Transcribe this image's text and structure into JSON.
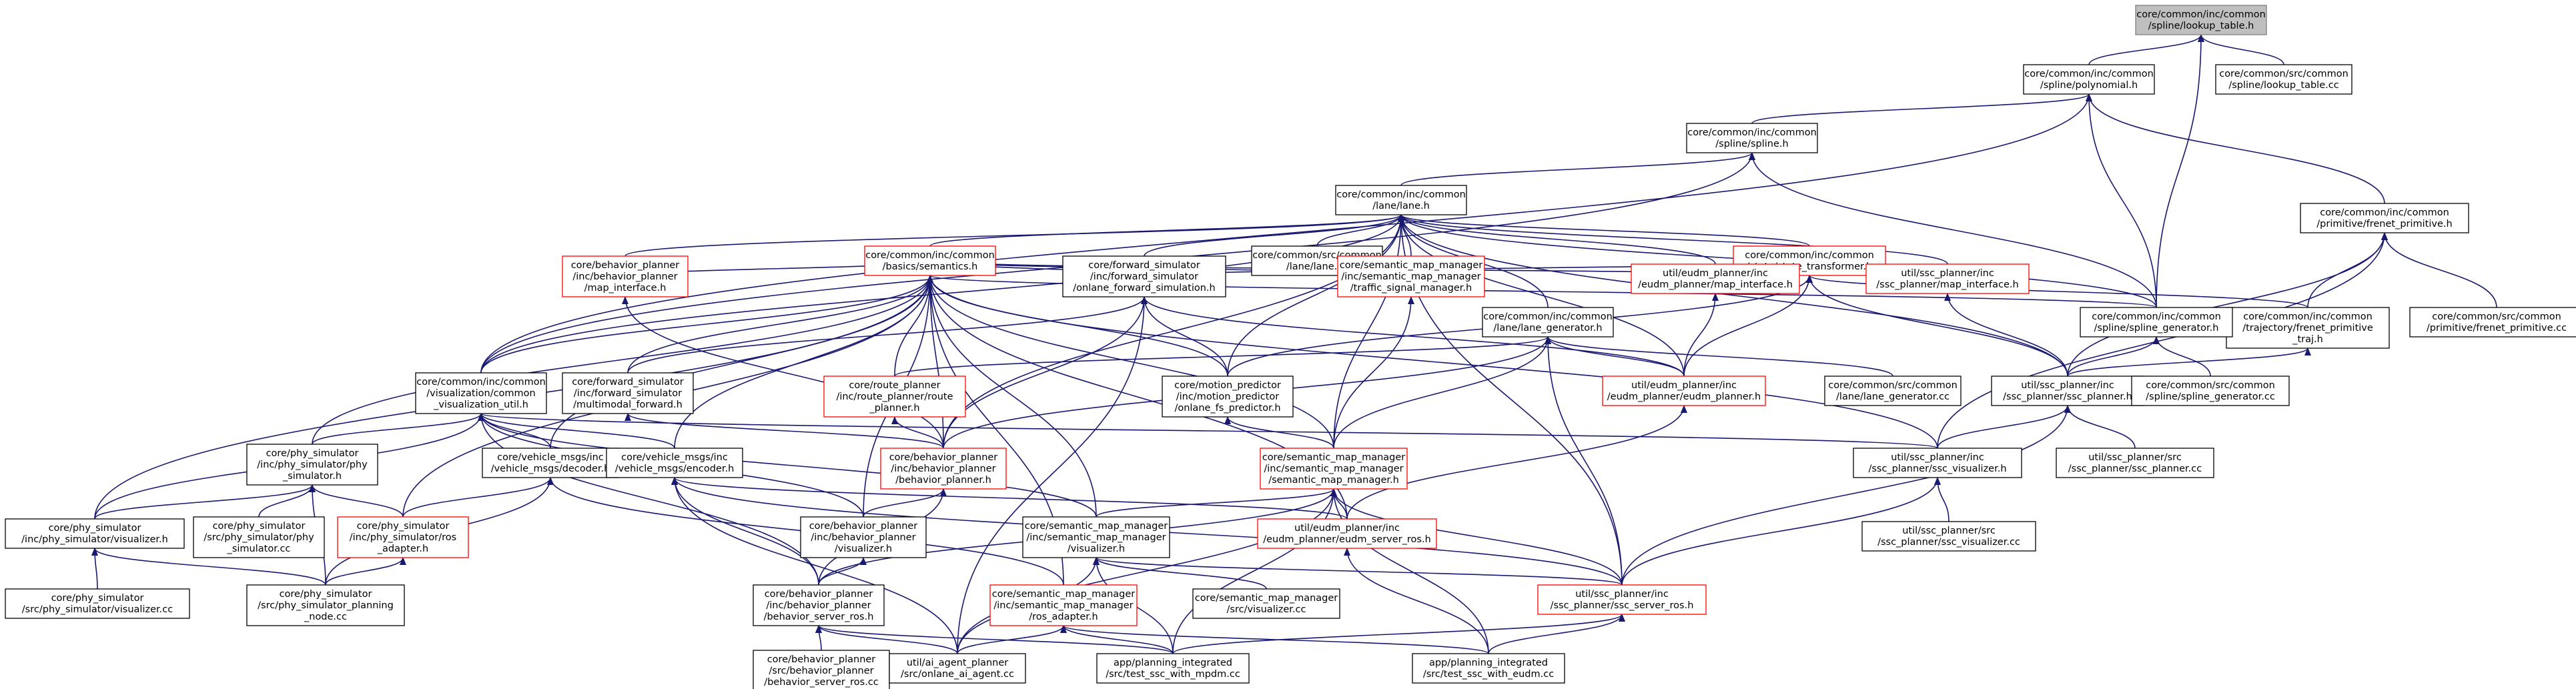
{
  "graph": {
    "nodes": [
      {
        "id": "lookup_h",
        "lines": [
          "core/common/inc/common",
          "/spline/lookup_table.h"
        ],
        "border": "gray",
        "fill": "#bfbfbf"
      },
      {
        "id": "polynomial_h",
        "lines": [
          "core/common/inc/common",
          "/spline/polynomial.h"
        ],
        "border": "black",
        "fill": "#ffffff"
      },
      {
        "id": "lookup_cc",
        "lines": [
          "core/common/src/common",
          "/spline/lookup_table.cc"
        ],
        "border": "black",
        "fill": "#ffffff"
      },
      {
        "id": "spline_h",
        "lines": [
          "core/common/inc/common",
          "/spline/spline.h"
        ],
        "border": "black",
        "fill": "#ffffff"
      },
      {
        "id": "lane_h",
        "lines": [
          "core/common/inc/common",
          "/lane/lane.h"
        ],
        "border": "black",
        "fill": "#ffffff"
      },
      {
        "id": "frenet_prim_h",
        "lines": [
          "core/common/inc/common",
          "/primitive/frenet_primitive.h"
        ],
        "border": "black",
        "fill": "#ffffff"
      },
      {
        "id": "semantics_h",
        "lines": [
          "core/common/inc/common",
          "/basics/semantics.h"
        ],
        "border": "red",
        "fill": "#ffffff"
      },
      {
        "id": "lane_cc",
        "lines": [
          "core/common/src/common",
          "/lane/lane.cc"
        ],
        "border": "black",
        "fill": "#ffffff"
      },
      {
        "id": "state_tf_h",
        "lines": [
          "core/common/inc/common",
          "/state/state_transformer.h"
        ],
        "border": "red",
        "fill": "#ffffff"
      },
      {
        "id": "traj_frenet_h",
        "lines": [
          "core/common/inc/common",
          "/trajectory/frenet_primitive",
          "_traj.h"
        ],
        "border": "black",
        "fill": "#ffffff"
      },
      {
        "id": "frenet_prim_cc",
        "lines": [
          "core/common/src/common",
          "/primitive/frenet_primitive.cc"
        ],
        "border": "black",
        "fill": "#ffffff"
      },
      {
        "id": "bp_map_iface_h",
        "lines": [
          "core/behavior_planner",
          "/inc/behavior_planner",
          "/map_interface.h"
        ],
        "border": "red",
        "fill": "#ffffff"
      },
      {
        "id": "fs_onlane_h",
        "lines": [
          "core/forward_simulator",
          "/inc/forward_simulator",
          "/onlane_forward_simulation.h"
        ],
        "border": "black",
        "fill": "#ffffff"
      },
      {
        "id": "smm_traffic_h",
        "lines": [
          "core/semantic_map_manager",
          "/inc/semantic_map_manager",
          "/traffic_signal_manager.h"
        ],
        "border": "red",
        "fill": "#ffffff"
      },
      {
        "id": "lane_gen_h",
        "lines": [
          "core/common/inc/common",
          "/lane/lane_generator.h"
        ],
        "border": "black",
        "fill": "#ffffff"
      },
      {
        "id": "eudm_map_iface_h",
        "lines": [
          "util/eudm_planner/inc",
          "/eudm_planner/map_interface.h"
        ],
        "border": "red",
        "fill": "#ffffff"
      },
      {
        "id": "ssc_map_iface_h",
        "lines": [
          "util/ssc_planner/inc",
          "/ssc_planner/map_interface.h"
        ],
        "border": "red",
        "fill": "#ffffff"
      },
      {
        "id": "spline_gen_h",
        "lines": [
          "core/common/inc/common",
          "/spline/spline_generator.h"
        ],
        "border": "black",
        "fill": "#ffffff"
      },
      {
        "id": "vis_util_h",
        "lines": [
          "core/common/inc/common",
          "/visualization/common",
          "_visualization_util.h"
        ],
        "border": "black",
        "fill": "#ffffff"
      },
      {
        "id": "fs_multimodal_h",
        "lines": [
          "core/forward_simulator",
          "/inc/forward_simulator",
          "/multimodal_forward.h"
        ],
        "border": "black",
        "fill": "#ffffff"
      },
      {
        "id": "route_planner_h",
        "lines": [
          "core/route_planner",
          "/inc/route_planner/route",
          "_planner.h"
        ],
        "border": "red",
        "fill": "#ffffff"
      },
      {
        "id": "mp_onlane_fs_h",
        "lines": [
          "core/motion_predictor",
          "/inc/motion_predictor",
          "/onlane_fs_predictor.h"
        ],
        "border": "black",
        "fill": "#ffffff"
      },
      {
        "id": "eudm_planner_h",
        "lines": [
          "util/eudm_planner/inc",
          "/eudm_planner/eudm_planner.h"
        ],
        "border": "red",
        "fill": "#ffffff"
      },
      {
        "id": "lane_gen_cc",
        "lines": [
          "core/common/src/common",
          "/lane/lane_generator.cc"
        ],
        "border": "black",
        "fill": "#ffffff"
      },
      {
        "id": "ssc_planner_h",
        "lines": [
          "util/ssc_planner/inc",
          "/ssc_planner/ssc_planner.h"
        ],
        "border": "black",
        "fill": "#ffffff"
      },
      {
        "id": "spline_gen_cc",
        "lines": [
          "core/common/src/common",
          "/spline/spline_generator.cc"
        ],
        "border": "black",
        "fill": "#ffffff"
      },
      {
        "id": "phy_sim_h",
        "lines": [
          "core/phy_simulator",
          "/inc/phy_simulator/phy",
          "_simulator.h"
        ],
        "border": "black",
        "fill": "#ffffff"
      },
      {
        "id": "vm_decoder_h",
        "lines": [
          "core/vehicle_msgs/inc",
          "/vehicle_msgs/decoder.h"
        ],
        "border": "black",
        "fill": "#ffffff"
      },
      {
        "id": "vm_encoder_h",
        "lines": [
          "core/vehicle_msgs/inc",
          "/vehicle_msgs/encoder.h"
        ],
        "border": "black",
        "fill": "#ffffff"
      },
      {
        "id": "bp_planner_h",
        "lines": [
          "core/behavior_planner",
          "/inc/behavior_planner",
          "/behavior_planner.h"
        ],
        "border": "red",
        "fill": "#ffffff"
      },
      {
        "id": "smm_h",
        "lines": [
          "core/semantic_map_manager",
          "/inc/semantic_map_manager",
          "/semantic_map_manager.h"
        ],
        "border": "red",
        "fill": "#ffffff"
      },
      {
        "id": "ssc_vis_h",
        "lines": [
          "util/ssc_planner/inc",
          "/ssc_planner/ssc_visualizer.h"
        ],
        "border": "black",
        "fill": "#ffffff"
      },
      {
        "id": "ssc_planner_cc",
        "lines": [
          "util/ssc_planner/src",
          "/ssc_planner/ssc_planner.cc"
        ],
        "border": "black",
        "fill": "#ffffff"
      },
      {
        "id": "phy_vis_h",
        "lines": [
          "core/phy_simulator",
          "/inc/phy_simulator/visualizer.h"
        ],
        "border": "black",
        "fill": "#ffffff"
      },
      {
        "id": "phy_sim_cc",
        "lines": [
          "core/phy_simulator",
          "/src/phy_simulator/phy",
          "_simulator.cc"
        ],
        "border": "black",
        "fill": "#ffffff"
      },
      {
        "id": "phy_ros_adapter_h",
        "lines": [
          "core/phy_simulator",
          "/inc/phy_simulator/ros",
          "_adapter.h"
        ],
        "border": "red",
        "fill": "#ffffff"
      },
      {
        "id": "bp_vis_h",
        "lines": [
          "core/behavior_planner",
          "/inc/behavior_planner",
          "/visualizer.h"
        ],
        "border": "black",
        "fill": "#ffffff"
      },
      {
        "id": "smm_vis_h",
        "lines": [
          "core/semantic_map_manager",
          "/inc/semantic_map_manager",
          "/visualizer.h"
        ],
        "border": "black",
        "fill": "#ffffff"
      },
      {
        "id": "eudm_server_h",
        "lines": [
          "util/eudm_planner/inc",
          "/eudm_planner/eudm_server_ros.h"
        ],
        "border": "red",
        "fill": "#ffffff"
      },
      {
        "id": "ssc_vis_cc",
        "lines": [
          "util/ssc_planner/src",
          "/ssc_planner/ssc_visualizer.cc"
        ],
        "border": "black",
        "fill": "#ffffff"
      },
      {
        "id": "phy_vis_cc",
        "lines": [
          "core/phy_simulator",
          "/src/phy_simulator/visualizer.cc"
        ],
        "border": "black",
        "fill": "#ffffff"
      },
      {
        "id": "phy_planning_cc",
        "lines": [
          "core/phy_simulator",
          "/src/phy_simulator_planning",
          "_node.cc"
        ],
        "border": "black",
        "fill": "#ffffff"
      },
      {
        "id": "bp_server_h",
        "lines": [
          "core/behavior_planner",
          "/inc/behavior_planner",
          "/behavior_server_ros.h"
        ],
        "border": "black",
        "fill": "#ffffff"
      },
      {
        "id": "smm_vis_cc",
        "lines": [
          "core/semantic_map_manager",
          "/src/visualizer.cc"
        ],
        "border": "black",
        "fill": "#ffffff"
      },
      {
        "id": "smm_ros_adapter_h",
        "lines": [
          "core/semantic_map_manager",
          "/inc/semantic_map_manager",
          "/ros_adapter.h"
        ],
        "border": "red",
        "fill": "#ffffff"
      },
      {
        "id": "ssc_server_h",
        "lines": [
          "util/ssc_planner/inc",
          "/ssc_planner/ssc_server_ros.h"
        ],
        "border": "red",
        "fill": "#ffffff"
      },
      {
        "id": "bp_server_cc",
        "lines": [
          "core/behavior_planner",
          "/src/behavior_planner",
          "/behavior_server_ros.cc"
        ],
        "border": "black",
        "fill": "#ffffff"
      },
      {
        "id": "onlane_ai_agent_cc",
        "lines": [
          "util/ai_agent_planner",
          "/src/onlane_ai_agent.cc"
        ],
        "border": "black",
        "fill": "#ffffff"
      },
      {
        "id": "test_mpdm_cc",
        "lines": [
          "app/planning_integrated",
          "/src/test_ssc_with_mpdm.cc"
        ],
        "border": "black",
        "fill": "#ffffff"
      },
      {
        "id": "test_eudm_cc",
        "lines": [
          "app/planning_integrated",
          "/src/test_ssc_with_eudm.cc"
        ],
        "border": "black",
        "fill": "#ffffff"
      }
    ],
    "edges": [
      [
        "polynomial_h",
        "lookup_h"
      ],
      [
        "lookup_cc",
        "lookup_h"
      ],
      [
        "spline_gen_h",
        "lookup_h"
      ],
      [
        "spline_h",
        "polynomial_h"
      ],
      [
        "vis_util_h",
        "polynomial_h"
      ],
      [
        "spline_gen_h",
        "polynomial_h"
      ],
      [
        "frenet_prim_h",
        "polynomial_h"
      ],
      [
        "lane_h",
        "spline_h"
      ],
      [
        "vis_util_h",
        "spline_h"
      ],
      [
        "spline_gen_h",
        "spline_h"
      ],
      [
        "semantics_h",
        "lane_h"
      ],
      [
        "lane_cc",
        "lane_h"
      ],
      [
        "state_tf_h",
        "lane_h"
      ],
      [
        "lane_gen_h",
        "lane_h"
      ],
      [
        "bp_map_iface_h",
        "lane_h"
      ],
      [
        "fs_onlane_h",
        "lane_h"
      ],
      [
        "smm_traffic_h",
        "lane_h"
      ],
      [
        "eudm_map_iface_h",
        "lane_h"
      ],
      [
        "ssc_map_iface_h",
        "lane_h"
      ],
      [
        "spline_gen_h",
        "lane_h"
      ],
      [
        "vis_util_h",
        "lane_h"
      ],
      [
        "smm_h",
        "lane_h"
      ],
      [
        "ssc_planner_h",
        "lane_h"
      ],
      [
        "ssc_server_h",
        "lane_h"
      ],
      [
        "mp_onlane_fs_h",
        "lane_h"
      ],
      [
        "bp_planner_h",
        "lane_h"
      ],
      [
        "eudm_planner_h",
        "lane_h"
      ],
      [
        "traj_frenet_h",
        "frenet_prim_h"
      ],
      [
        "frenet_prim_cc",
        "frenet_prim_h"
      ],
      [
        "ssc_planner_h",
        "frenet_prim_h"
      ],
      [
        "ssc_vis_h",
        "frenet_prim_h"
      ],
      [
        "bp_map_iface_h",
        "semantics_h"
      ],
      [
        "fs_onlane_h",
        "semantics_h"
      ],
      [
        "smm_traffic_h",
        "semantics_h"
      ],
      [
        "vis_util_h",
        "semantics_h"
      ],
      [
        "fs_multimodal_h",
        "semantics_h"
      ],
      [
        "route_planner_h",
        "semantics_h"
      ],
      [
        "mp_onlane_fs_h",
        "semantics_h"
      ],
      [
        "phy_sim_h",
        "semantics_h"
      ],
      [
        "vm_decoder_h",
        "semantics_h"
      ],
      [
        "vm_encoder_h",
        "semantics_h"
      ],
      [
        "bp_planner_h",
        "semantics_h"
      ],
      [
        "smm_h",
        "semantics_h"
      ],
      [
        "phy_vis_h",
        "semantics_h"
      ],
      [
        "phy_ros_adapter_h",
        "semantics_h"
      ],
      [
        "bp_vis_h",
        "semantics_h"
      ],
      [
        "smm_vis_h",
        "semantics_h"
      ],
      [
        "eudm_server_h",
        "semantics_h"
      ],
      [
        "smm_ros_adapter_h",
        "semantics_h"
      ],
      [
        "ssc_map_iface_h",
        "semantics_h"
      ],
      [
        "ssc_vis_h",
        "semantics_h"
      ],
      [
        "spline_gen_h",
        "semantics_h"
      ],
      [
        "traj_frenet_h",
        "state_tf_h"
      ],
      [
        "ssc_planner_h",
        "state_tf_h"
      ],
      [
        "mp_onlane_fs_h",
        "state_tf_h"
      ],
      [
        "fs_onlane_h",
        "state_tf_h"
      ],
      [
        "eudm_planner_h",
        "state_tf_h"
      ],
      [
        "bp_planner_h",
        "bp_map_iface_h"
      ],
      [
        "fs_multimodal_h",
        "fs_onlane_h"
      ],
      [
        "mp_onlane_fs_h",
        "fs_onlane_h"
      ],
      [
        "bp_planner_h",
        "fs_onlane_h"
      ],
      [
        "eudm_planner_h",
        "fs_onlane_h"
      ],
      [
        "onlane_ai_agent_cc",
        "fs_onlane_h"
      ],
      [
        "smm_h",
        "smm_traffic_h"
      ],
      [
        "lane_gen_cc",
        "lane_gen_h"
      ],
      [
        "route_planner_h",
        "lane_gen_h"
      ],
      [
        "eudm_planner_h",
        "lane_gen_h"
      ],
      [
        "smm_h",
        "lane_gen_h"
      ],
      [
        "ssc_server_h",
        "lane_gen_h"
      ],
      [
        "bp_planner_h",
        "lane_gen_h"
      ],
      [
        "eudm_planner_h",
        "eudm_map_iface_h"
      ],
      [
        "ssc_planner_h",
        "ssc_map_iface_h"
      ],
      [
        "ssc_planner_h",
        "spline_gen_h"
      ],
      [
        "spline_gen_cc",
        "spline_gen_h"
      ],
      [
        "ssc_planner_h",
        "traj_frenet_h"
      ],
      [
        "phy_sim_h",
        "vis_util_h"
      ],
      [
        "vm_decoder_h",
        "vis_util_h"
      ],
      [
        "vm_encoder_h",
        "vis_util_h"
      ],
      [
        "bp_vis_h",
        "vis_util_h"
      ],
      [
        "smm_vis_h",
        "vis_util_h"
      ],
      [
        "ssc_vis_h",
        "vis_util_h"
      ],
      [
        "phy_vis_h",
        "vis_util_h"
      ],
      [
        "bp_server_h",
        "vis_util_h"
      ],
      [
        "bp_planner_h",
        "fs_multimodal_h"
      ],
      [
        "bp_planner_h",
        "route_planner_h"
      ],
      [
        "smm_h",
        "mp_onlane_fs_h"
      ],
      [
        "eudm_server_h",
        "eudm_planner_h"
      ],
      [
        "ssc_vis_h",
        "ssc_planner_h"
      ],
      [
        "ssc_planner_cc",
        "ssc_planner_h"
      ],
      [
        "ssc_server_h",
        "ssc_planner_h"
      ],
      [
        "phy_sim_cc",
        "phy_sim_h"
      ],
      [
        "phy_vis_h",
        "phy_sim_h"
      ],
      [
        "phy_ros_adapter_h",
        "phy_sim_h"
      ],
      [
        "phy_planning_cc",
        "phy_sim_h"
      ],
      [
        "phy_ros_adapter_h",
        "vm_decoder_h"
      ],
      [
        "phy_planning_cc",
        "vm_decoder_h"
      ],
      [
        "smm_ros_adapter_h",
        "vm_decoder_h"
      ],
      [
        "bp_server_h",
        "vm_encoder_h"
      ],
      [
        "ssc_server_h",
        "vm_encoder_h"
      ],
      [
        "onlane_ai_agent_cc",
        "vm_encoder_h"
      ],
      [
        "eudm_server_h",
        "vm_encoder_h"
      ],
      [
        "bp_vis_h",
        "bp_planner_h"
      ],
      [
        "bp_server_h",
        "bp_planner_h"
      ],
      [
        "smm_vis_h",
        "smm_h"
      ],
      [
        "eudm_server_h",
        "smm_h"
      ],
      [
        "bp_server_h",
        "smm_h"
      ],
      [
        "ssc_server_h",
        "smm_h"
      ],
      [
        "test_mpdm_cc",
        "smm_h"
      ],
      [
        "test_eudm_cc",
        "smm_h"
      ],
      [
        "onlane_ai_agent_cc",
        "smm_h"
      ],
      [
        "ssc_vis_cc",
        "ssc_vis_h"
      ],
      [
        "ssc_server_h",
        "ssc_vis_h"
      ],
      [
        "phy_vis_cc",
        "phy_vis_h"
      ],
      [
        "phy_planning_cc",
        "phy_vis_h"
      ],
      [
        "phy_planning_cc",
        "phy_ros_adapter_h"
      ],
      [
        "bp_server_h",
        "bp_vis_h"
      ],
      [
        "smm_vis_cc",
        "smm_vis_h"
      ],
      [
        "onlane_ai_agent_cc",
        "smm_vis_h"
      ],
      [
        "test_mpdm_cc",
        "smm_vis_h"
      ],
      [
        "ssc_server_h",
        "smm_vis_h"
      ],
      [
        "test_eudm_cc",
        "eudm_server_h"
      ],
      [
        "bp_server_cc",
        "bp_server_h"
      ],
      [
        "onlane_ai_agent_cc",
        "bp_server_h"
      ],
      [
        "test_mpdm_cc",
        "bp_server_h"
      ],
      [
        "onlane_ai_agent_cc",
        "smm_ros_adapter_h"
      ],
      [
        "test_mpdm_cc",
        "smm_ros_adapter_h"
      ],
      [
        "test_eudm_cc",
        "smm_ros_adapter_h"
      ],
      [
        "test_mpdm_cc",
        "ssc_server_h"
      ],
      [
        "test_eudm_cc",
        "ssc_server_h"
      ]
    ]
  }
}
